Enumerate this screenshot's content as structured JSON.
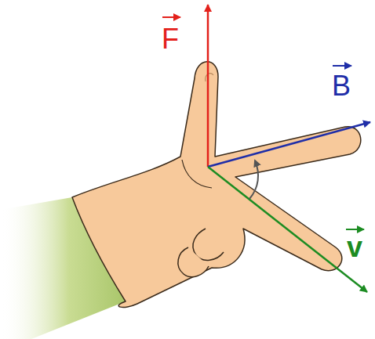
{
  "diagram": {
    "labels": [
      "F",
      "B",
      "v"
    ]
  }
}
